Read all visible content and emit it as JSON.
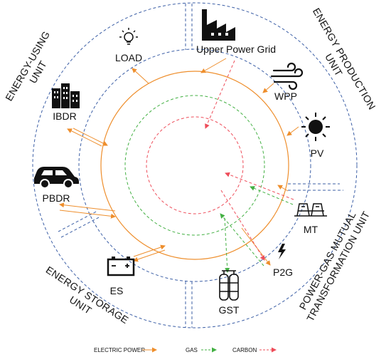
{
  "colors": {
    "electric": "#ee8e2c",
    "gas": "#43b043",
    "carbon": "#ee4d5a",
    "boundary": "#3c5fa6",
    "icon": "#111111"
  },
  "units": {
    "energy_using": [
      "ENERGY-USING",
      "UNIT"
    ],
    "energy_production": [
      "ENERGY PRODUCTION",
      "UNIT"
    ],
    "power_gas": [
      "POWER-GAS MUTUAL",
      "TRANSFORMATION UNIT"
    ],
    "energy_storage": [
      "ENERGY STORAGE",
      "UNIT"
    ]
  },
  "nodes": {
    "load": {
      "label": "LOAD",
      "icon": "lightbulb-icon"
    },
    "grid": {
      "label": "Upper Power Grid",
      "icon": "factory-icon"
    },
    "wpp": {
      "label": "WPP",
      "icon": "wind-icon"
    },
    "pv": {
      "label": "PV",
      "icon": "sun-icon"
    },
    "ibdr": {
      "label": "IBDR",
      "icon": "buildings-icon"
    },
    "pbdr": {
      "label": "PBDR",
      "icon": "car-icon"
    },
    "mt": {
      "label": "MT",
      "icon": "turbine-icon"
    },
    "p2g": {
      "label": "P2G",
      "icon": "lightning-icon"
    },
    "gst": {
      "label": "GST",
      "icon": "gas-tank-icon"
    },
    "es": {
      "label": "ES",
      "icon": "battery-icon"
    }
  },
  "legend": {
    "electric": "ELECTRIC POWER",
    "gas": "GAS",
    "carbon": "CARBON"
  }
}
